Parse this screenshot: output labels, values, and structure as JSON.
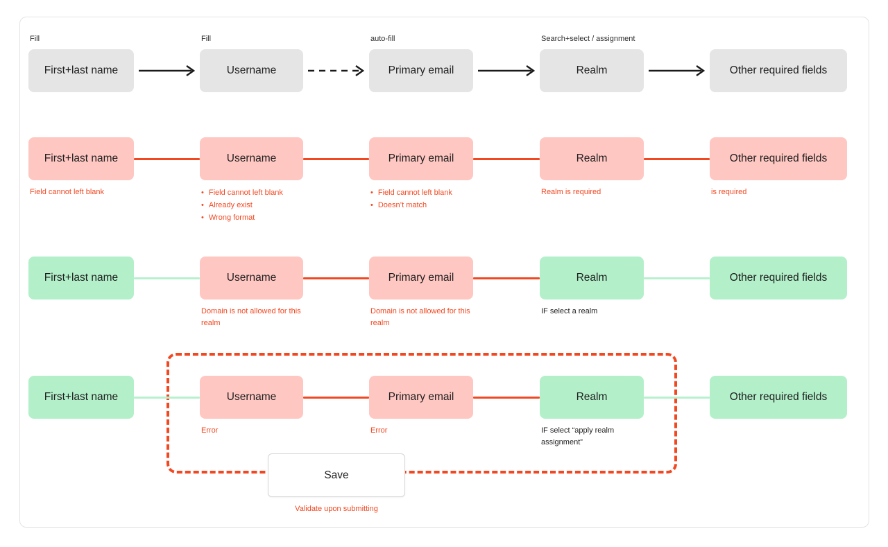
{
  "misc": {
    "bullet_char": "•"
  },
  "colors": {
    "gray_box": "#e5e5e5",
    "error_box": "#ffc7c2",
    "ok_box": "#b3f0ca",
    "red": "#f24822",
    "green_line": "#b7f0cf",
    "arrow": "#1a1a1a"
  },
  "rows": [
    {
      "boxes": [
        {
          "label": "First+last name",
          "state": "gray",
          "top_label": "Fill"
        },
        {
          "label": "Username",
          "state": "gray",
          "top_label": "Fill"
        },
        {
          "label": "Primary email",
          "state": "gray",
          "top_label": "auto-fill"
        },
        {
          "label": "Realm",
          "state": "gray",
          "top_label": "Search+select / assignment"
        },
        {
          "label": "Other required fields",
          "state": "gray"
        }
      ],
      "connectors": [
        "arrow",
        "arrow_dashed",
        "arrow",
        "arrow"
      ]
    },
    {
      "boxes": [
        {
          "label": "First+last name",
          "state": "error",
          "note": {
            "color": "red",
            "text": "Field cannot left blank"
          }
        },
        {
          "label": "Username",
          "state": "error",
          "note": {
            "color": "red",
            "bullets": [
              "Field cannot left blank",
              "Already exist",
              "Wrong format"
            ]
          }
        },
        {
          "label": "Primary email",
          "state": "error",
          "note": {
            "color": "red",
            "bullets": [
              "Field cannot left blank",
              "Doesn’t match"
            ]
          }
        },
        {
          "label": "Realm",
          "state": "error",
          "note": {
            "color": "red",
            "text": "Realm is required"
          }
        },
        {
          "label": "Other required fields",
          "state": "error",
          "note": {
            "color": "red",
            "text": "is required"
          }
        }
      ],
      "connectors": [
        "line_red",
        "line_red",
        "line_red",
        "line_red"
      ]
    },
    {
      "boxes": [
        {
          "label": "First+last name",
          "state": "ok"
        },
        {
          "label": "Username",
          "state": "error",
          "note": {
            "color": "red",
            "text": "Domain is not allowed for this realm"
          }
        },
        {
          "label": "Primary email",
          "state": "error",
          "note": {
            "color": "red",
            "text": "Domain is not allowed for this realm"
          }
        },
        {
          "label": "Realm",
          "state": "ok",
          "note": {
            "color": "black",
            "text": "IF select a realm"
          }
        },
        {
          "label": "Other required fields",
          "state": "ok"
        }
      ],
      "connectors": [
        "line_green",
        "line_red",
        "line_red",
        "line_green"
      ]
    },
    {
      "boxes": [
        {
          "label": "First+last name",
          "state": "ok"
        },
        {
          "label": "Username",
          "state": "error",
          "note": {
            "color": "red",
            "text": "Error"
          }
        },
        {
          "label": "Primary email",
          "state": "error",
          "note": {
            "color": "red",
            "text": "Error"
          }
        },
        {
          "label": "Realm",
          "state": "ok",
          "note": {
            "color": "black",
            "text": "IF select “apply realm assignment”"
          }
        },
        {
          "label": "Other required fields",
          "state": "ok"
        }
      ],
      "connectors": [
        "line_green",
        "line_red",
        "line_red",
        "line_green"
      ]
    }
  ],
  "save": {
    "label": "Save",
    "note": "Validate upon submitting"
  }
}
